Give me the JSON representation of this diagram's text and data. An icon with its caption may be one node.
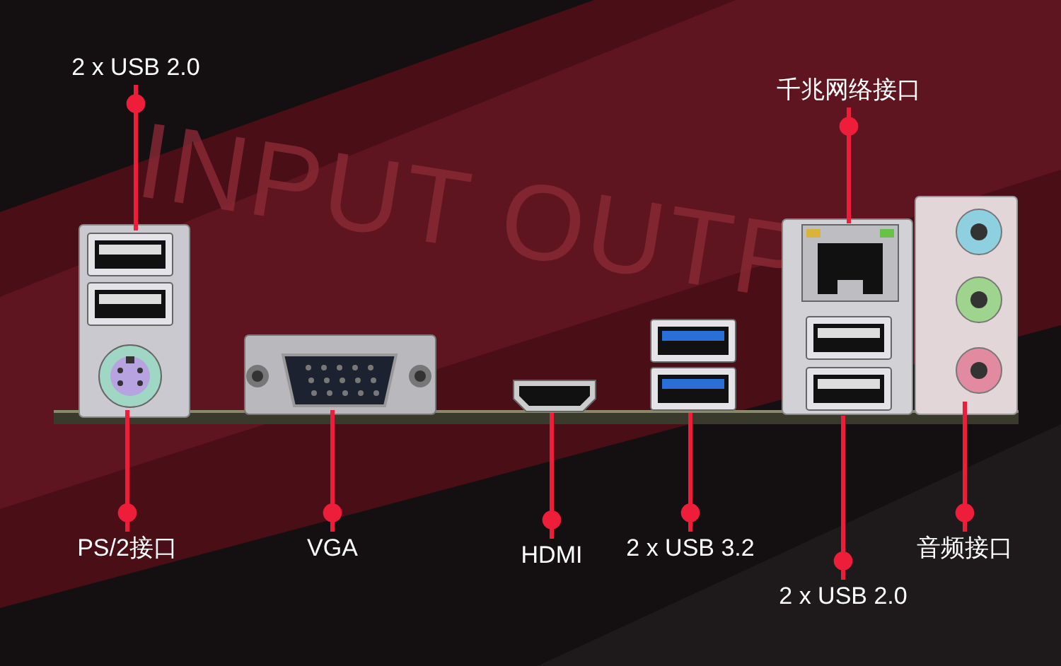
{
  "diagram": {
    "nodes": [
      {
        "text": [
          "2 x USB 2.0"
        ]
      },
      {
        "text": [
          "千兆网络接口"
        ]
      },
      {
        "text": [
          "PS/2接口"
        ]
      },
      {
        "text": [
          "VGA"
        ]
      },
      {
        "text": [
          "HDMI"
        ]
      },
      {
        "text": [
          "2 x USB 3.2"
        ]
      },
      {
        "text": [
          "2 x USB 2.0"
        ]
      },
      {
        "text": [
          "音频接口"
        ]
      },
      {
        "text": [],
        "shape": "picture"
      },
      {
        "text": [],
        "shape": "picture"
      },
      {
        "text": [],
        "shape": "picture"
      },
      {
        "text": [],
        "shape": "picture"
      },
      {
        "text": [],
        "shape": "picture"
      },
      {
        "text": [],
        "shape": "picture"
      },
      {
        "text": [],
        "shape": "picture"
      },
      {
        "text": [],
        "shape": "picture"
      }
    ],
    "edges": [
      {
        "from": 0,
        "to": 8,
        "arrow": "other"
      },
      {
        "from": 1,
        "to": 13,
        "arrow": "other"
      },
      {
        "from": 2,
        "to": 9,
        "arrow": "other"
      },
      {
        "from": 3,
        "to": 10,
        "arrow": "other"
      },
      {
        "from": 4,
        "to": 11,
        "arrow": "other"
      },
      {
        "from": 5,
        "to": 12,
        "arrow": "other"
      },
      {
        "from": 6,
        "to": 14,
        "arrow": "other"
      },
      {
        "from": 7,
        "to": 15,
        "arrow": "other"
      }
    ],
    "labels": [
      "INPUT OUTP"
    ]
  }
}
